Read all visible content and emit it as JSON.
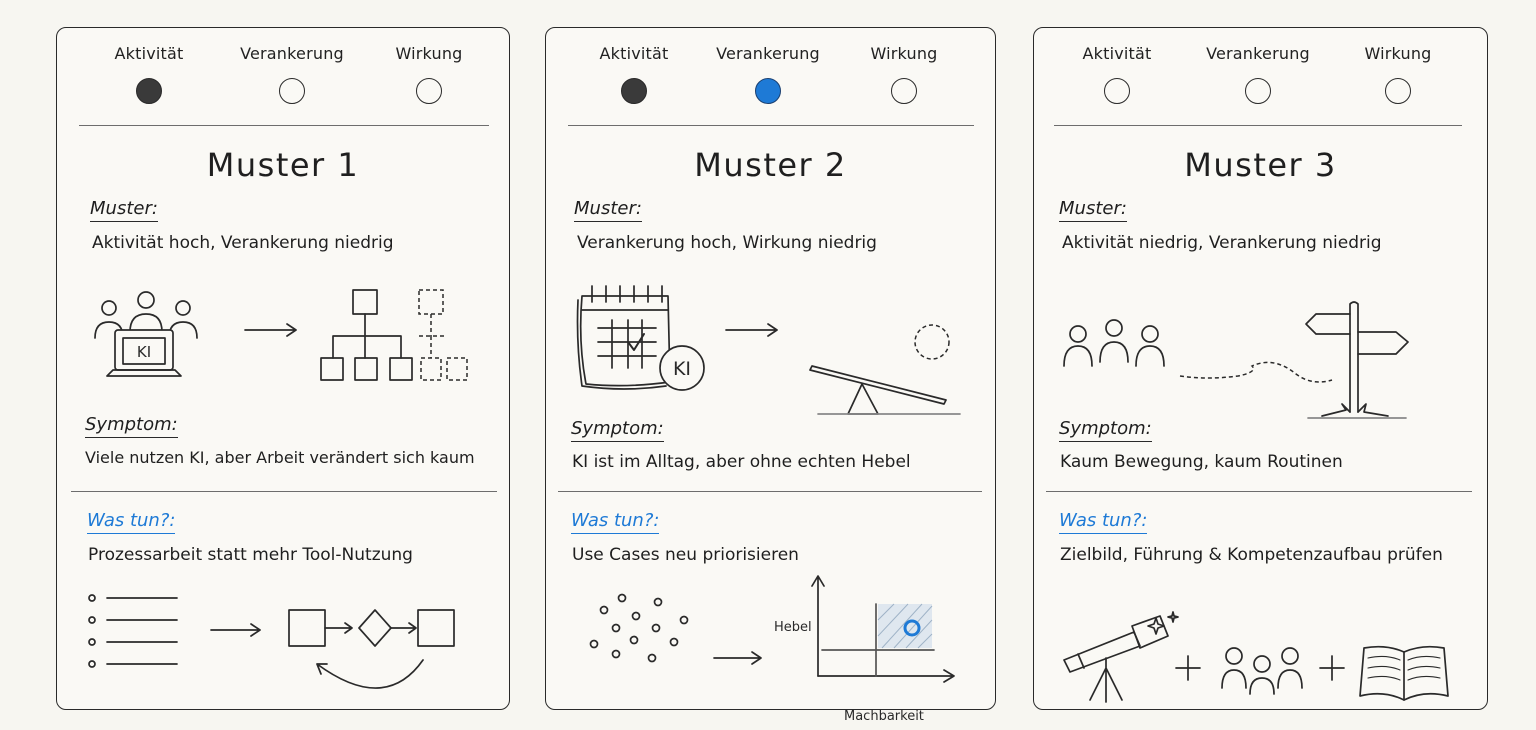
{
  "indicators": [
    "Aktivität",
    "Verankerung",
    "Wirkung"
  ],
  "cards": [
    {
      "title": "Muster 1",
      "states": [
        "filled-dark",
        "empty",
        "empty"
      ],
      "muster_label": "Muster:",
      "muster_text": "Aktivität hoch, Verankerung niedrig",
      "symptom_label": "Symptom:",
      "symptom_text": "Viele nutzen KI, aber Arbeit verändert sich kaum",
      "todo_label": "Was tun?:",
      "todo_text": "Prozessarbeit statt mehr Tool-Nutzung",
      "laptop_text": "KI"
    },
    {
      "title": "Muster 2",
      "states": [
        "filled-dark",
        "filled-blue",
        "empty"
      ],
      "muster_label": "Muster:",
      "muster_text": "Verankerung hoch, Wirkung niedrig",
      "symptom_label": "Symptom:",
      "symptom_text": "KI ist im Alltag, aber ohne echten Hebel",
      "todo_label": "Was tun?:",
      "todo_text": "Use Cases neu priorisieren",
      "calendar_badge": "KI",
      "axis_y": "Hebel",
      "axis_x": "Machbarkeit"
    },
    {
      "title": "Muster 3",
      "states": [
        "empty",
        "empty",
        "empty"
      ],
      "muster_label": "Muster:",
      "muster_text": "Aktivität niedrig, Verankerung niedrig",
      "symptom_label": "Symptom:",
      "symptom_text": "Kaum Bewegung, kaum Routinen",
      "todo_label": "Was tun?:",
      "todo_text": "Zielbild, Führung & Kompetenzaufbau prüfen"
    }
  ],
  "colors": {
    "accent": "#1e7ad6",
    "dark": "#3a3a3a",
    "background": "#f7f6f1"
  },
  "icons": {
    "card1_top": [
      "people-icon",
      "laptop-icon",
      "arrow-right-icon",
      "org-chart-icon"
    ],
    "card1_bottom": [
      "bullet-list-icon",
      "arrow-right-icon",
      "process-flow-icon"
    ],
    "card2_top": [
      "calendar-icon",
      "arrow-right-icon",
      "seesaw-icon"
    ],
    "card2_bottom": [
      "scattered-dots-icon",
      "arrow-right-icon",
      "matrix-chart-icon"
    ],
    "card3_top": [
      "people-icon",
      "dashed-path-icon",
      "signpost-icon"
    ],
    "card3_bottom": [
      "telescope-icon",
      "plus-icon",
      "people-icon",
      "plus-icon",
      "book-icon"
    ]
  }
}
